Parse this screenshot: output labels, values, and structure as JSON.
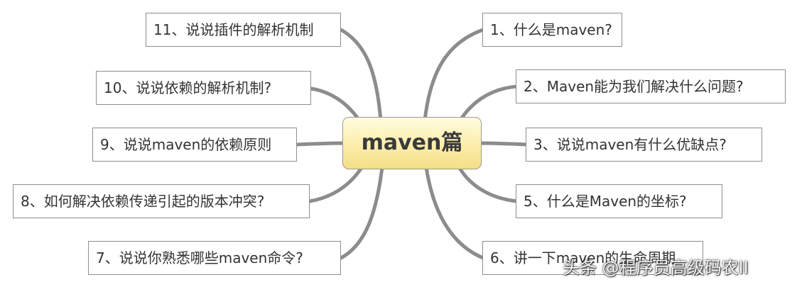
{
  "center_title": "maven篇",
  "nodes_right": [
    {
      "label": "1、什么是maven?"
    },
    {
      "label": "2、Maven能为我们解决什么问题?"
    },
    {
      "label": "3、说说maven有什么优缺点?"
    },
    {
      "label": "5、什么是Maven的坐标?"
    },
    {
      "label": "6、讲一下maven的生命周期"
    }
  ],
  "nodes_left": [
    {
      "label": "11、说说插件的解析机制"
    },
    {
      "label": "10、说说依赖的解析机制?"
    },
    {
      "label": "9、说说maven的依赖原则"
    },
    {
      "label": "8、如何解决依赖传递引起的版本冲突?"
    },
    {
      "label": "7、说说你熟悉哪些maven命令?"
    }
  ],
  "watermark": "头条 @程序员高级码农II",
  "colors": {
    "branch": "#8c8c8c",
    "node_border": "#8e8e8e",
    "center_fill_top": "#fffbe0",
    "center_fill_bottom": "#f4df86"
  }
}
